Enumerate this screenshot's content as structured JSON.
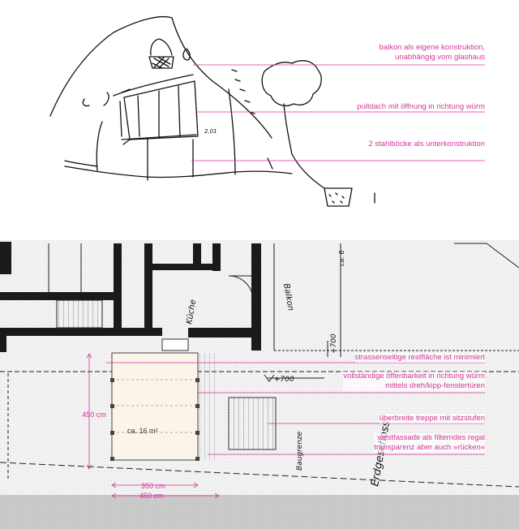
{
  "annotations": {
    "balkon": "balkon als eigene konstruktion,\nunabhängig vom glashaus",
    "pultdach": "pultdach mit öffnung in richtung würm",
    "stahlboecke": "2 stahlböcke als unterkonstruktion",
    "restflaeche": "strassenseitige restfläche ist minimiert",
    "offenbarkeit": "vollständige öffenbarkeit in richtung würm\nmittels dreh/kipp-fenstertüren",
    "treppe": "überbreite treppe mit sitzstufen",
    "westfassade": "westfassade als filterndes regal\ntransparenz aber auch »rücken«"
  },
  "dimensions": {
    "height": "450 cm",
    "area": "ca. 16 m²",
    "width_inner": "350 cm",
    "width_outer": "450 cm"
  },
  "plan_labels": {
    "kueche": "Küche",
    "balkon": "Balkon",
    "ca": "ca. 6",
    "level": "+700",
    "level2": "+700",
    "baugrenze": "Baugrenze",
    "erdgeschoss": "Erdgeschoss",
    "sketch_note": "2,01"
  },
  "colors": {
    "accent": "#d6359a",
    "ink": "#111111",
    "glass_fill": "#fbf4e9"
  }
}
